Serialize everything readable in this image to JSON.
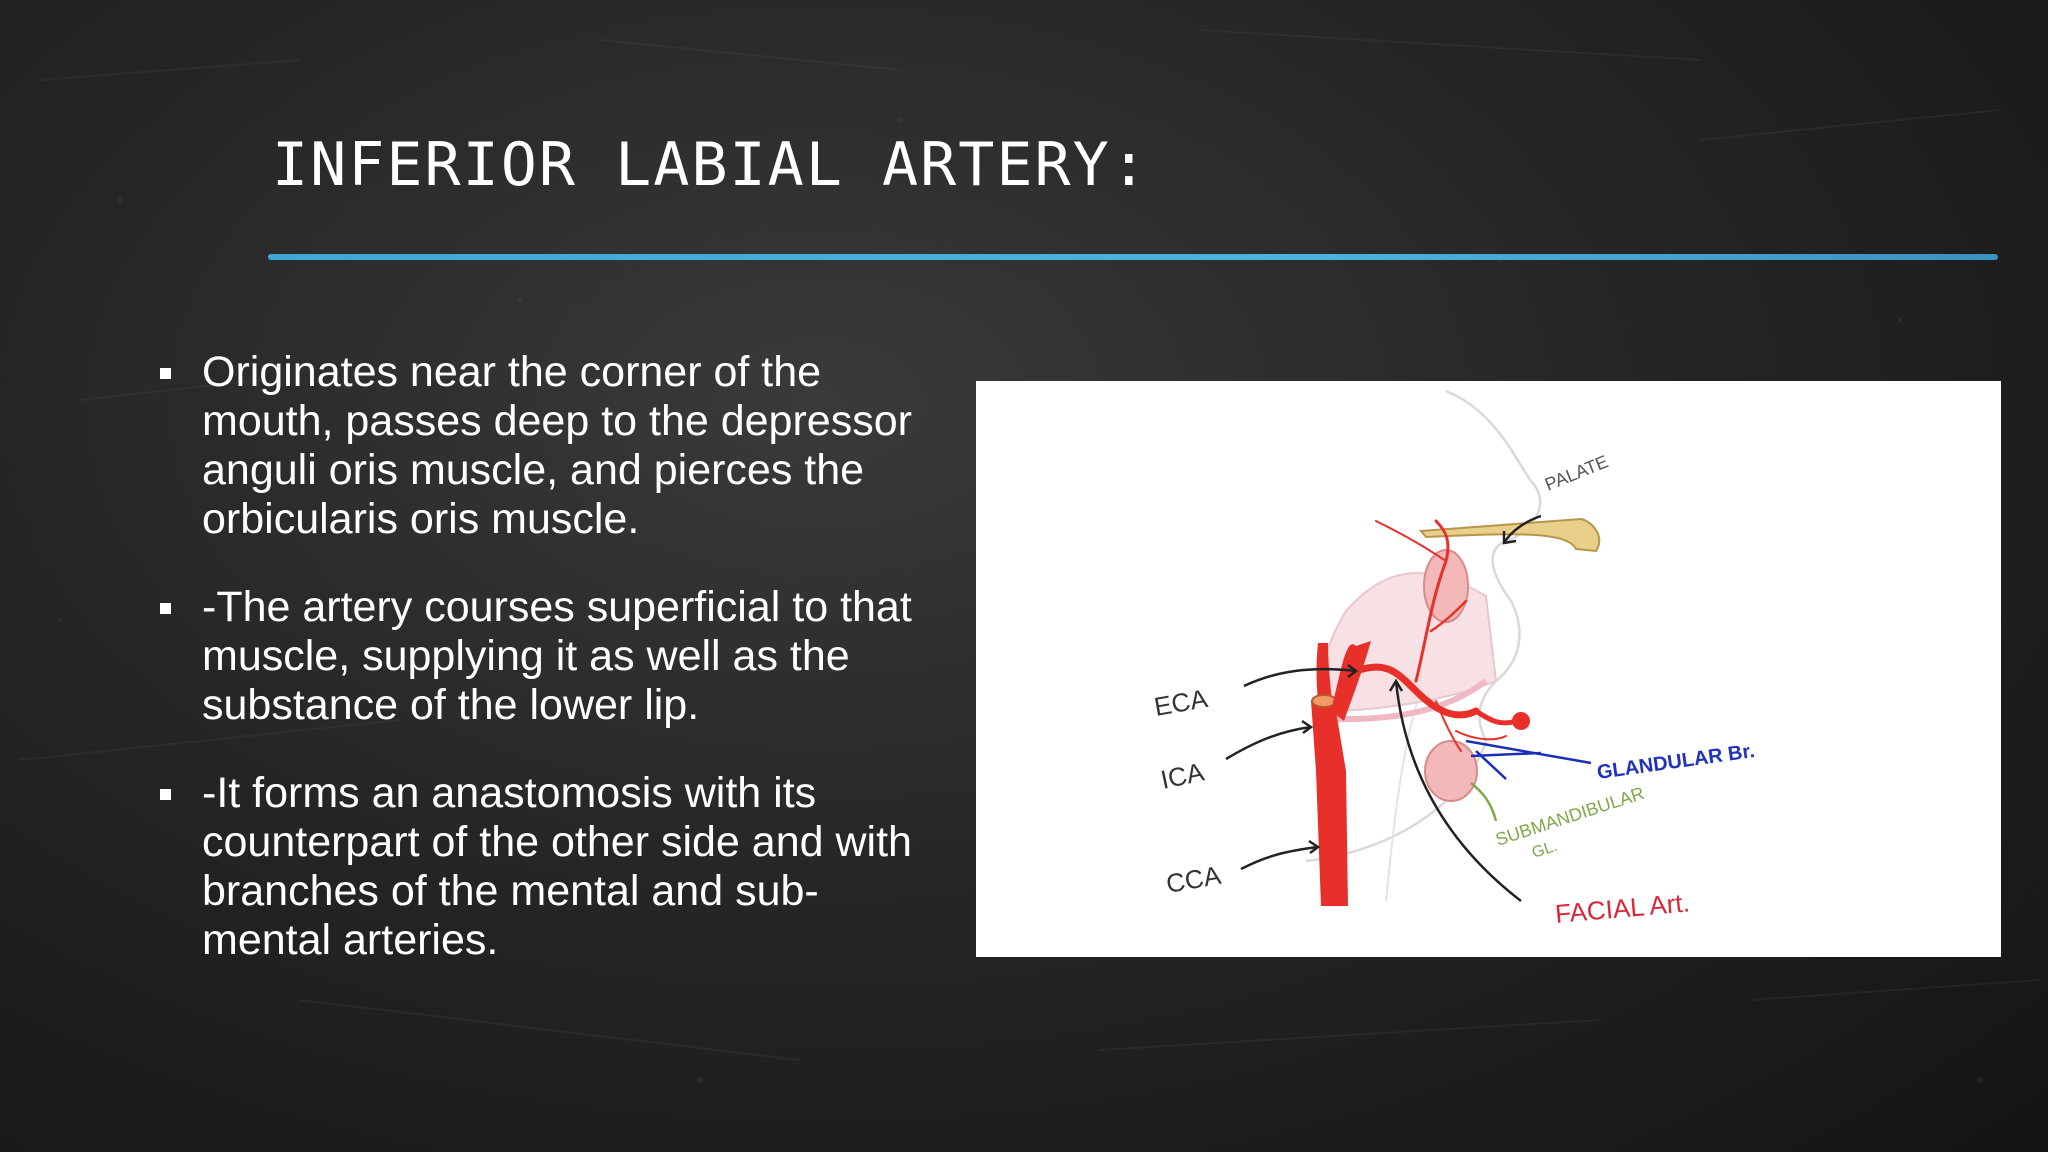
{
  "slide": {
    "title": "INFERIOR LABIAL ARTERY:",
    "accent_color": "#3fa7d6",
    "bullets": [
      "Originates near the corner of the mouth, passes deep to the depressor anguli oris muscle, and pierces the orbicularis oris muscle.",
      "-The artery courses superficial to that muscle, supplying it as well as the substance of the lower lip.",
      "-It forms an anastomosis with its counterpart of the other side and with branches of the mental and sub-mental arteries."
    ]
  },
  "figure": {
    "labels": {
      "palate": "PALATE",
      "eca": "ECA",
      "ica": "ICA",
      "cca": "CCA",
      "glandular": "GLANDULAR Br.",
      "submandibular": "SUBMANDIBULAR",
      "gl": "GL.",
      "facial": "FACIAL Art."
    },
    "colors": {
      "artery": "#e8302a",
      "glandular_label": "#2233bb",
      "submandibular_label": "#7fa84a",
      "facial_label": "#d6263a",
      "palate": "#e8cf8a"
    }
  }
}
